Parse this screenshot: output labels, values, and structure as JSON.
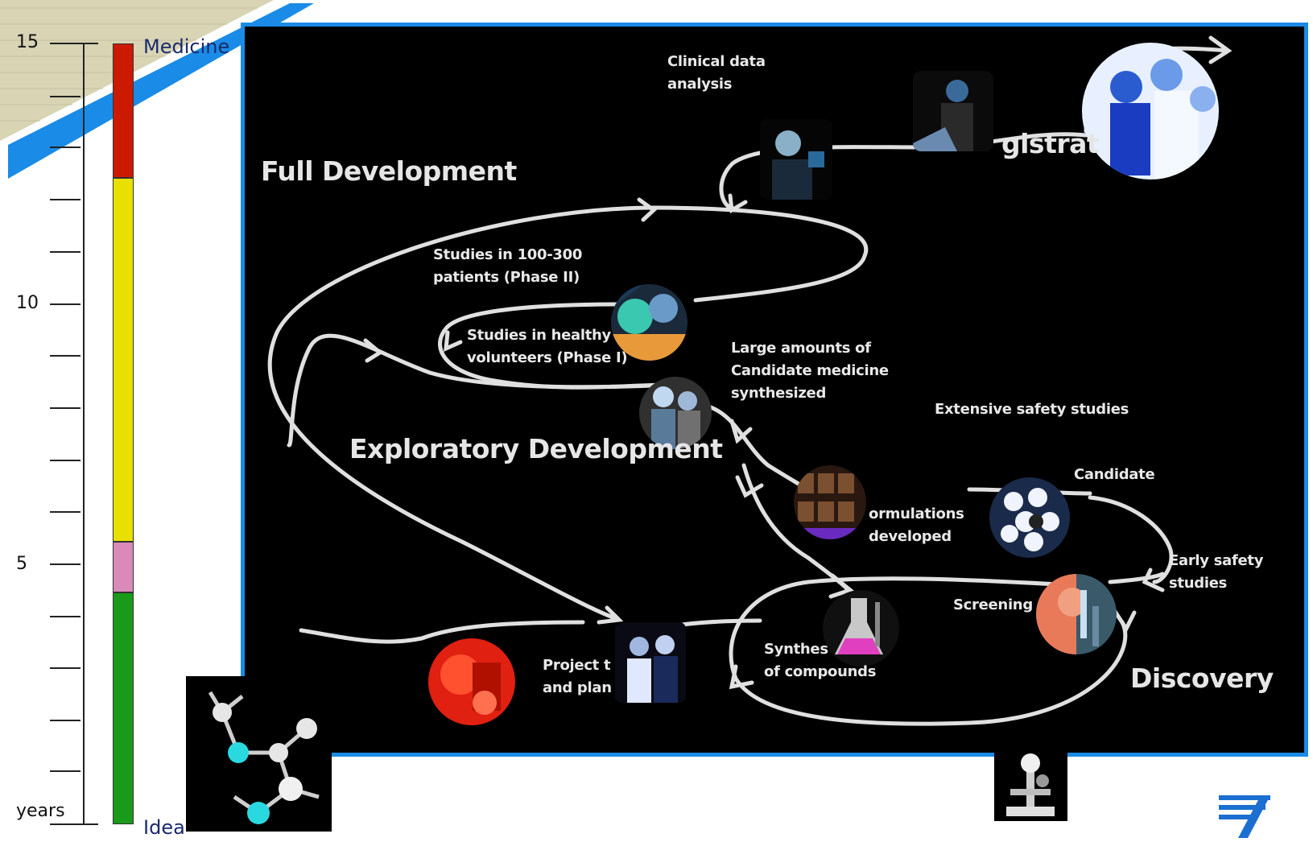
{
  "timeline": {
    "title_top": "Medicine",
    "title_bottom": "Idea",
    "unit_label": "years",
    "tick_labels": [
      "15",
      "10",
      "5"
    ]
  },
  "stages": {
    "full_development": "Full Development",
    "exploratory_development": "Exploratory Development",
    "discovery": "Discovery",
    "registration": "gistrat"
  },
  "steps": {
    "clinical_data": "Clinical data\nanalysis",
    "phase2": "Studies in 100-300\npatients (Phase II)",
    "phase1": "Studies in healthy\nvolunteers (Phase I)",
    "large_amounts": "Large amounts of\nCandidate medicine\nsynthesized",
    "extensive_safety": "Extensive safety studies",
    "candidate": "Candidate",
    "formulations": "ormulations\ndeveloped",
    "early_safety": "Early safety\nstudies",
    "screening": "Screening",
    "synthesis": "Synthes\nof compounds",
    "project": "Project t\nand plan"
  },
  "colors": {
    "frame_blue": "#1a8be6",
    "bar_red": "#cc1a00",
    "bar_yellow": "#e8e000",
    "bar_pink": "#d98ab8",
    "bar_green": "#1a9a1a",
    "label_navy": "#1a2a6c"
  },
  "icons": [
    "molecule-icon",
    "microscope-icon",
    "logo-icon"
  ]
}
